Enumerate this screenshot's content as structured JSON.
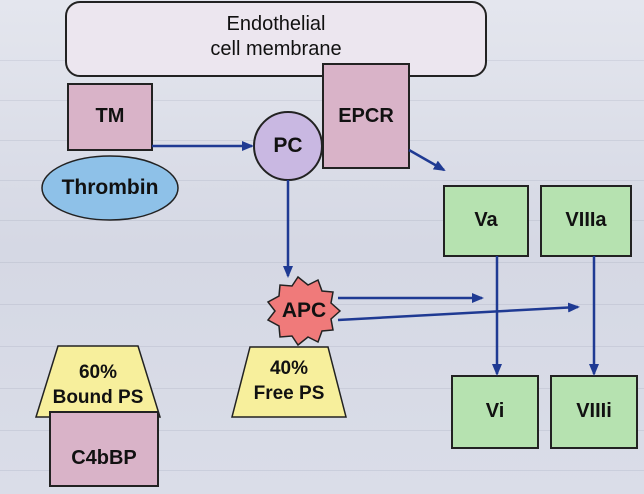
{
  "diagram": {
    "membrane": {
      "line1": "Endothelial",
      "line2": "cell membrane"
    },
    "tm": "TM",
    "epcr": "EPCR",
    "pc": "PC",
    "thrombin": "Thrombin",
    "apc": "APC",
    "va": "Va",
    "viiia": "VIIIa",
    "vi": "Vi",
    "viiii": "VIIIi",
    "bound_ps": {
      "percent": "60%",
      "label": "Bound PS"
    },
    "free_ps": {
      "percent": "40%",
      "label": "Free PS"
    },
    "c4bbp": "C4bBP"
  },
  "colors": {
    "membrane_fill": "#ece6ef",
    "receptor_fill": "#d9b3c8",
    "pc_fill": "#c9b8e2",
    "thrombin_fill": "#8ec1e8",
    "apc_fill": "#f07a7a",
    "factor_fill": "#b6e2b0",
    "ps_fill": "#f7ef9c",
    "arrow": "#1f3a93"
  }
}
